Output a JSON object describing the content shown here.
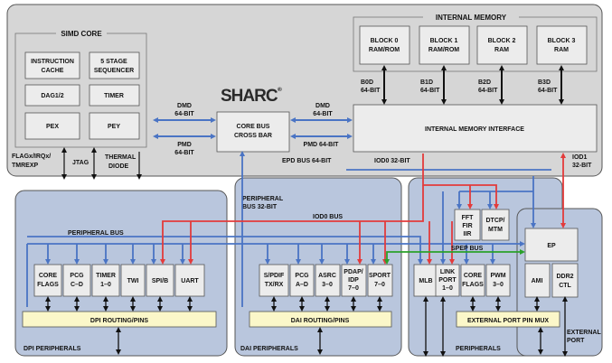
{
  "logo": {
    "text": "SHARC",
    "mark": "®"
  },
  "core": {
    "simd": {
      "title": "SIMD CORE",
      "instruction_cache": [
        "INSTRUCTION",
        "CACHE"
      ],
      "sequencer": [
        "5 STAGE",
        "SEQUENCER"
      ],
      "dag": "DAG1/2",
      "timer": "TIMER",
      "pex": "PEX",
      "pey": "PEY"
    },
    "flags": [
      "FLAGx/IRQx/",
      "TMREXP"
    ],
    "jtag": "JTAG",
    "thermal": [
      "THERMAL",
      "DIODE"
    ],
    "dmd_left": [
      "DMD",
      "64-BIT"
    ],
    "pmd_left": [
      "PMD",
      "64-BIT"
    ],
    "dmd_right": [
      "DMD",
      "64-BIT"
    ],
    "pmd_right": "PMD 64-BIT",
    "crossbar": [
      "CORE BUS",
      "CROSS BAR"
    ],
    "epd_bus": "EPD BUS 64-BIT",
    "iod0_32": "IOD0 32-BIT",
    "imi": "INTERNAL MEMORY INTERFACE",
    "iod1": [
      "IOD1",
      "32-BIT"
    ]
  },
  "memory": {
    "title": "INTERNAL MEMORY",
    "blocks": [
      {
        "name": "BLOCK 0",
        "type": "RAM/ROM",
        "bus": "B0D",
        "width": "64-BIT"
      },
      {
        "name": "BLOCK 1",
        "type": "RAM/ROM",
        "bus": "B1D",
        "width": "64-BIT"
      },
      {
        "name": "BLOCK 2",
        "type": "RAM",
        "bus": "B2D",
        "width": "64-BIT"
      },
      {
        "name": "BLOCK 3",
        "type": "RAM",
        "bus": "B3D",
        "width": "64-BIT"
      }
    ]
  },
  "buses": {
    "peripheral_bus_32": [
      "PERIPHERAL",
      "BUS 32-BIT"
    ],
    "iod0_bus": "IOD0 BUS",
    "peripheral_bus": "PERIPHERAL BUS",
    "spep_bus": "SPEP BUS"
  },
  "fft": [
    "FFT",
    "FIR",
    "IIR"
  ],
  "dtcp": [
    "DTCP/",
    "MTM"
  ],
  "dpi": {
    "modules": [
      [
        "CORE",
        "FLAGS"
      ],
      [
        "PCG",
        "C–D"
      ],
      [
        "TIMER",
        "1–0"
      ],
      [
        "TWI"
      ],
      [
        "SPI/B"
      ],
      [
        "UART"
      ]
    ],
    "routing": "DPI ROUTING/PINS",
    "title": "DPI PERIPHERALS"
  },
  "dai": {
    "modules": [
      [
        "S/PDIF",
        "TX/RX"
      ],
      [
        "PCG",
        "A–D"
      ],
      [
        "ASRC",
        "3–0"
      ],
      [
        "PDAP/",
        "IDP",
        "7–0"
      ],
      [
        "SPORT",
        "7–0"
      ]
    ],
    "routing": "DAI ROUTING/PINS",
    "title": "DAI PERIPHERALS"
  },
  "periph": {
    "modules": [
      [
        "MLB"
      ],
      [
        "LINK",
        "PORT",
        "1–0"
      ],
      [
        "CORE",
        "FLAGS"
      ],
      [
        "PWM",
        "3–0"
      ]
    ],
    "mux": "EXTERNAL PORT PIN MUX",
    "title": "PERIPHERALS"
  },
  "ext": {
    "ep": "EP",
    "ami": "AMI",
    "ddr2": [
      "DDR2",
      "CTL"
    ],
    "title": [
      "EXTERNAL",
      "PORT"
    ]
  },
  "colors": {
    "core_fill": "#d6d6d6",
    "periph_fill": "#b9c6dd",
    "box_fill": "#ececec",
    "routing_fill": "#fbf7c9",
    "blue_bus": "#4a74c4",
    "red_bus": "#e33b3b",
    "green_bus": "#2aa12a"
  }
}
